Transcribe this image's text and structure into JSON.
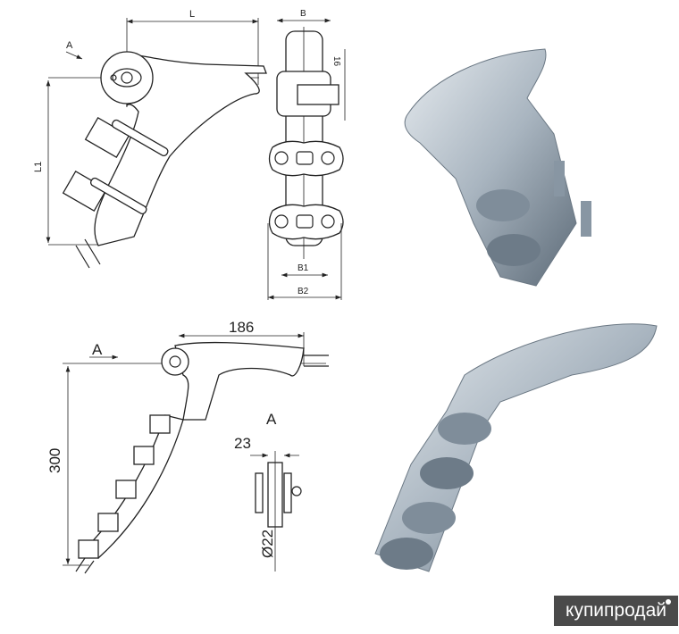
{
  "drawing_top": {
    "dim_L": "L",
    "view_arrow": "A",
    "dim_L1": "L1",
    "dim_B": "B",
    "dim_16": "16",
    "dim_B1": "B1",
    "dim_B2": "B2"
  },
  "drawing_bottom": {
    "dim_length": "186",
    "view_arrow": "A",
    "dim_height": "300",
    "view_label": "A",
    "dim_width": "23",
    "dim_diameter": "Ø22"
  },
  "watermark": "купипродай",
  "colors": {
    "line": "#222222",
    "metal": "#9aa6b2",
    "watermark_bg": "#4a4a4a"
  }
}
